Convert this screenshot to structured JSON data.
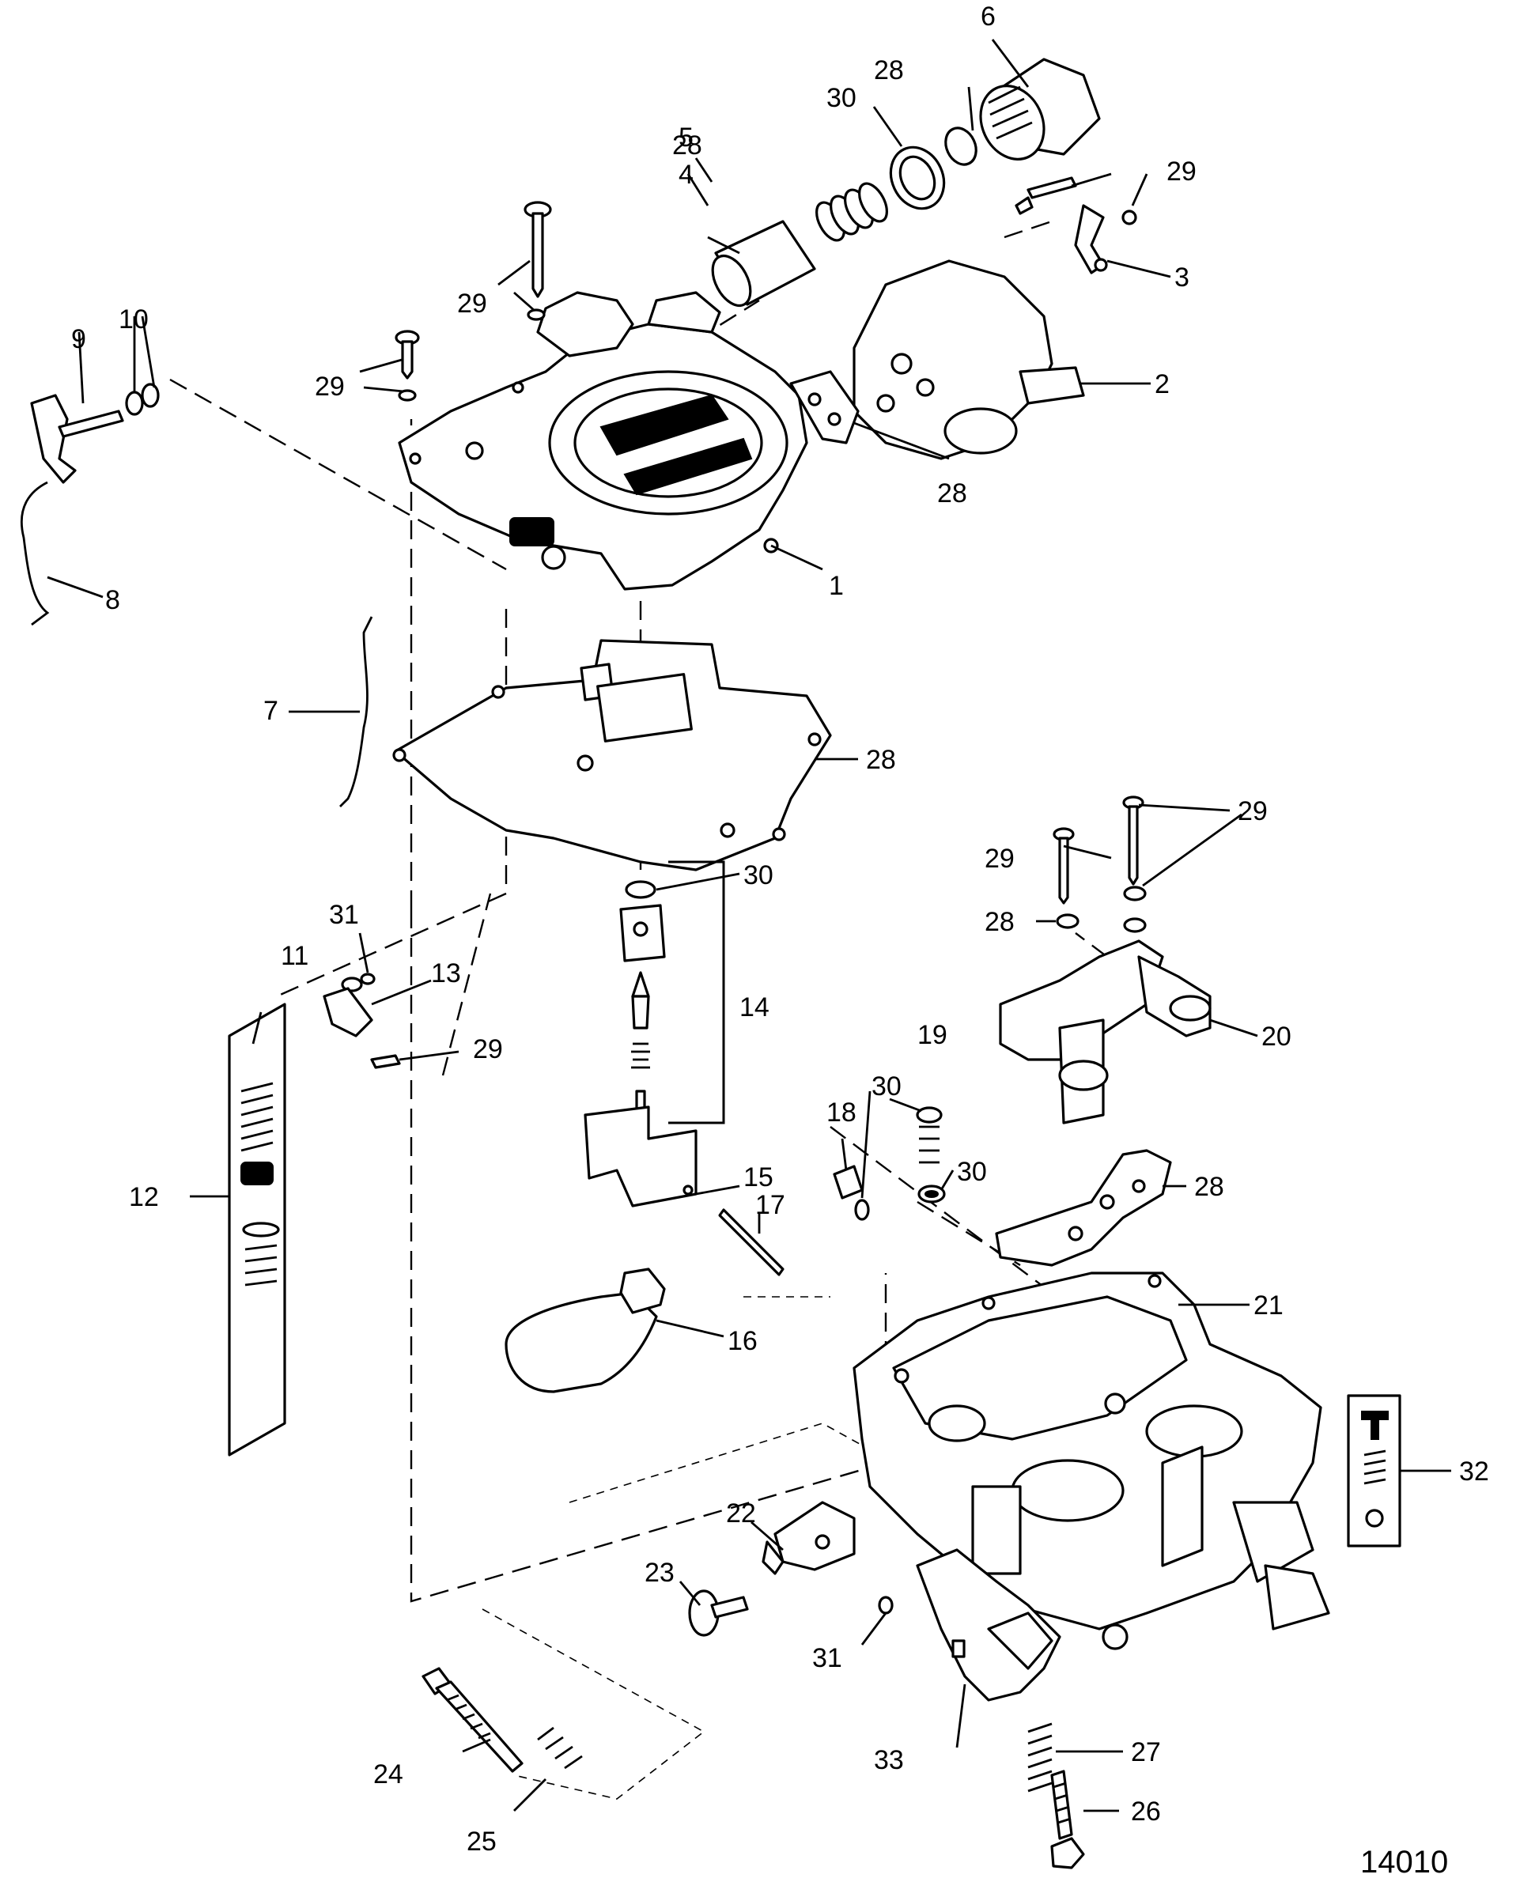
{
  "figure_number": "14010",
  "callouts": [
    {
      "id": "c1",
      "label": "1"
    },
    {
      "id": "c2",
      "label": "2"
    },
    {
      "id": "c3",
      "label": "3"
    },
    {
      "id": "c4",
      "label": "4"
    },
    {
      "id": "c5",
      "label": "5"
    },
    {
      "id": "c6",
      "label": "6"
    },
    {
      "id": "c7",
      "label": "7"
    },
    {
      "id": "c8",
      "label": "8"
    },
    {
      "id": "c9",
      "label": "9"
    },
    {
      "id": "c10",
      "label": "10"
    },
    {
      "id": "c11",
      "label": "11"
    },
    {
      "id": "c12",
      "label": "12"
    },
    {
      "id": "c13",
      "label": "13"
    },
    {
      "id": "c14",
      "label": "14"
    },
    {
      "id": "c15",
      "label": "15"
    },
    {
      "id": "c16",
      "label": "16"
    },
    {
      "id": "c17",
      "label": "17"
    },
    {
      "id": "c18",
      "label": "18"
    },
    {
      "id": "c19",
      "label": "19"
    },
    {
      "id": "c20",
      "label": "20"
    },
    {
      "id": "c21",
      "label": "21"
    },
    {
      "id": "c22",
      "label": "22"
    },
    {
      "id": "c23",
      "label": "23"
    },
    {
      "id": "c24",
      "label": "24"
    },
    {
      "id": "c25",
      "label": "25"
    },
    {
      "id": "c26",
      "label": "26"
    },
    {
      "id": "c27",
      "label": "27"
    },
    {
      "id": "c28a",
      "label": "28"
    },
    {
      "id": "c28b",
      "label": "28"
    },
    {
      "id": "c28c",
      "label": "28"
    },
    {
      "id": "c28d",
      "label": "28"
    },
    {
      "id": "c28e",
      "label": "28"
    },
    {
      "id": "c28f",
      "label": "28"
    },
    {
      "id": "c29a",
      "label": "29"
    },
    {
      "id": "c29b",
      "label": "29"
    },
    {
      "id": "c29c",
      "label": "29"
    },
    {
      "id": "c29d",
      "label": "29"
    },
    {
      "id": "c29e",
      "label": "29"
    },
    {
      "id": "c29f",
      "label": "29"
    },
    {
      "id": "c30a",
      "label": "30"
    },
    {
      "id": "c30b",
      "label": "30"
    },
    {
      "id": "c30c",
      "label": "30"
    },
    {
      "id": "c30d",
      "label": "30"
    },
    {
      "id": "c31a",
      "label": "31"
    },
    {
      "id": "c31b",
      "label": "31"
    },
    {
      "id": "c32",
      "label": "32"
    },
    {
      "id": "c33",
      "label": "33"
    }
  ]
}
